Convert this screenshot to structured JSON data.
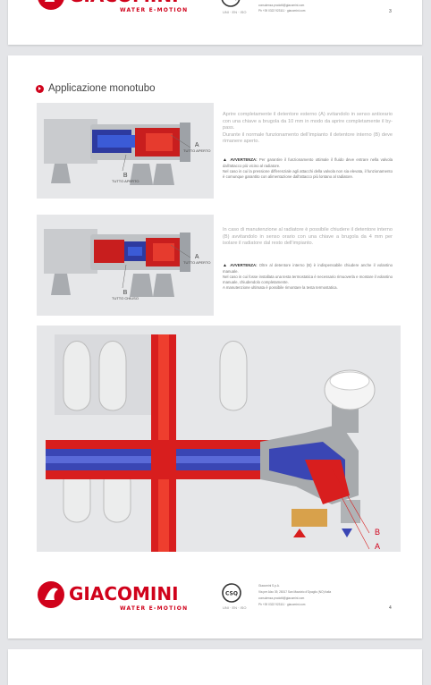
{
  "brand": {
    "name": "GIACOMINI",
    "tagline": "WATER E-MOTION",
    "accent": "#d0021b"
  },
  "footer": {
    "cert": "CSQ",
    "cert_sub": "UNI · EN · ISO",
    "company": "Giacomini S.p.A.",
    "address": "Via per Alzo 39, 28017 San Maurizio d'Opaglio (NO) Italia",
    "email": "consulenza.prodotti@giacomini.com",
    "phone": "Ph +39 0322 923111 · giacomini.com"
  },
  "page_top": {
    "page_number": "3"
  },
  "page_main": {
    "page_number": "4",
    "section_title": "Applicazione monotubo",
    "fig1": {
      "label_a": "A",
      "label_a_sub": "TUTTO APERTO",
      "label_b": "B",
      "label_b_sub": "TUTTO APERTO"
    },
    "fig2": {
      "label_a": "A",
      "label_a_sub": "TUTTO APERTO",
      "label_b": "B",
      "label_b_sub": "TUTTO CHIUSO"
    },
    "text1_p1": "Aprire completamente il detentore esterno (A) svitandolo in senso antiorario con una chiave a brugola da 10 mm in modo da aprire completamente il by-pass.",
    "text1_p2": "Durante il normale funzionamento dell'impianto il detentore interno (B) deve rimanere aperto.",
    "text1_warn_label": "AVVERTENZA:",
    "text1_warn": "Per garantire il funzionamento ottimale il fluido deve entrare nella valvola dall'attacco più vicino al radiatore.",
    "text1_warn2": "Nel caso in cui la pressione differenziale agli attacchi della valvola non sia elevata, il funzionamento è comunque garantito con alimentazione dall'attacco più lontano al radiatore.",
    "text2_p1": "In caso di manutenzione al radiatore è possibile chiudere il detentore interno (B) avvitandolo in senso orario con una chiave a brugola da 4 mm per isolare il radiatore dal resto dell'impianto.",
    "text2_warn_label": "AVVERTENZA:",
    "text2_warn": "Oltre al detentore interno (B) è indispensabile chiudere anche il volantino manuale.",
    "text2_warn2": "Nel caso in cui fosse installata una testa termostatica è necessario rimuoverla e montare il volantino manuale, chiudendolo completamente.",
    "text2_warn3": "A manutenzione ultimata è possibile rimontare la testa termostatica.",
    "big_label_b": "B",
    "big_label_a": "A"
  }
}
